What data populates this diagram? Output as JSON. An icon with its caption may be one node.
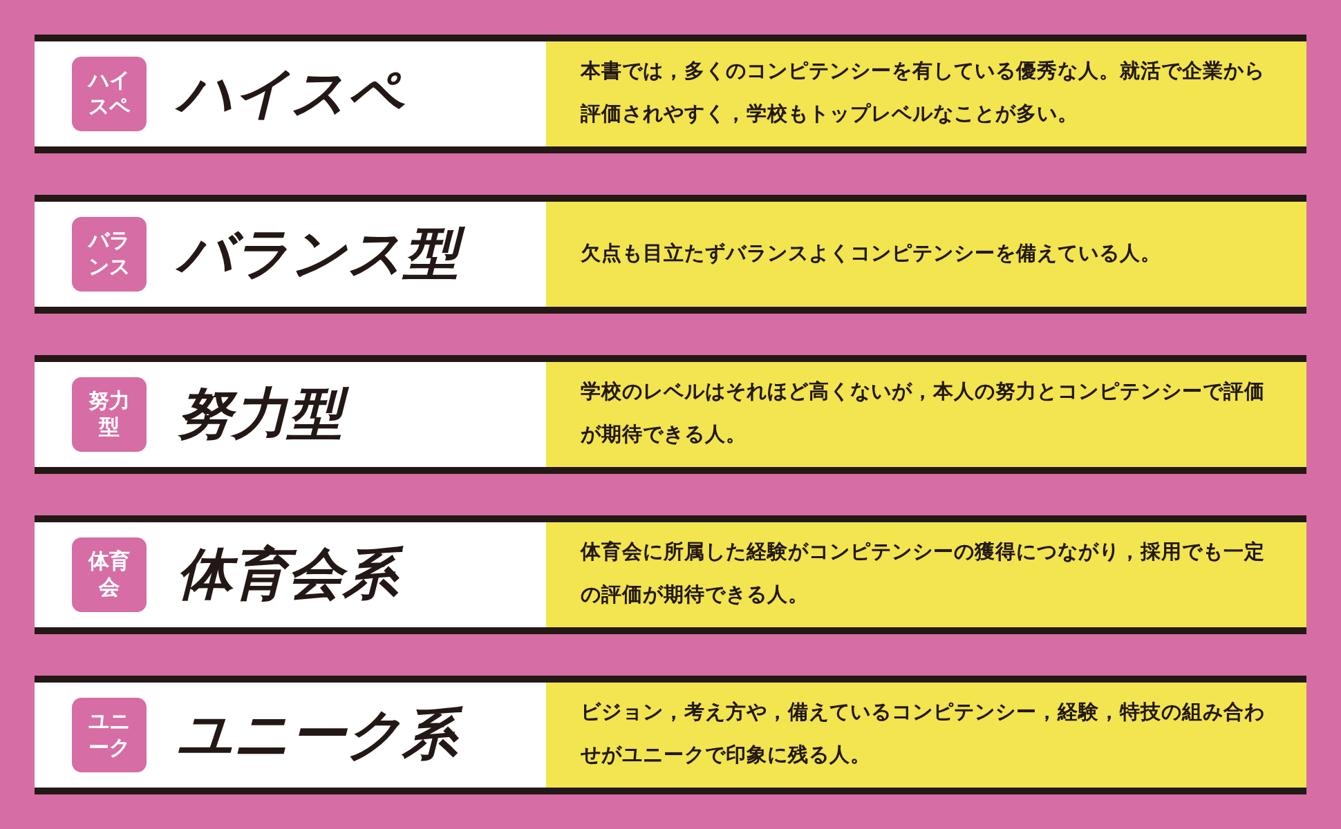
{
  "diagram": {
    "nodes": [
      {
        "text": [
          "ハイスペ",
          "本書では，多くのコンピテンシーを有している優秀な人。就活で企業から評価されやすく，学校もトップレベルなことが多い。"
        ]
      },
      {
        "text": [
          "ハイスペ"
        ],
        "in": 0
      },
      {
        "text": [
          "バランス型",
          "欠点も目立たずバランスよくコンピテンシーを備えている人。"
        ]
      },
      {
        "text": [
          "バランス"
        ],
        "in": 2
      },
      {
        "text": [
          "努力型",
          "学校のレベルはそれほど高くないが，本人の努力とコンピテンシーで評価が期待できる人。"
        ]
      },
      {
        "text": [
          "努力型"
        ],
        "in": 4
      },
      {
        "text": [
          "体育会系",
          "体育会に所属した経験がコンピテンシーの獲得につながり，採用でも一定の評価が期待できる人。"
        ]
      },
      {
        "text": [
          "体育会"
        ],
        "in": 6
      },
      {
        "text": [
          "ユニーク系",
          "ビジョン，考え方や，備えているコンピテンシー，経験，特技の組み合わせがユニークで印象に残る人。"
        ]
      },
      {
        "text": [
          "ユニーク"
        ],
        "in": 8
      }
    ]
  }
}
